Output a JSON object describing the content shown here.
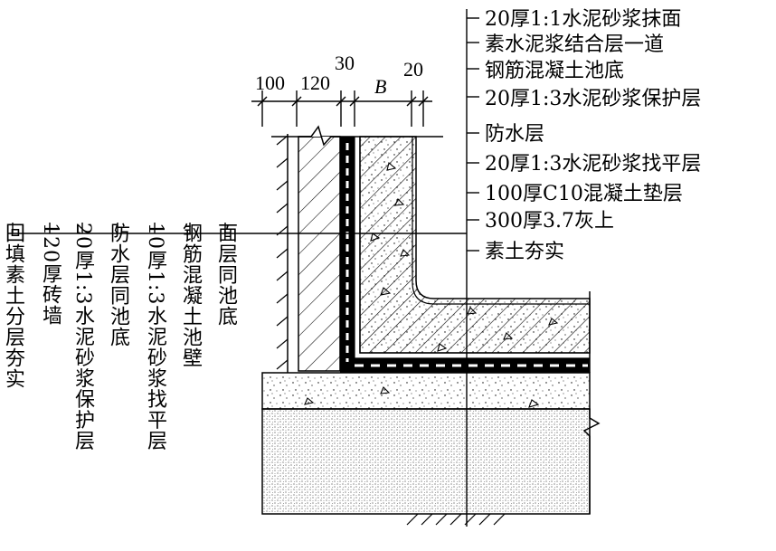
{
  "dimensions": {
    "d100": "100",
    "d120": "120",
    "d30": "30",
    "dB": "B",
    "d20": "20"
  },
  "right_labels": [
    "20厚1:1水泥砂浆抹面",
    "素水泥浆结合层一道",
    "钢筋混凝土池底",
    "20厚1:3水泥砂浆保护层",
    "防水层",
    "20厚1:3水泥砂浆找平层",
    "100厚C10混凝土垫层",
    "300厚3.7灰上",
    "素土夯实"
  ],
  "left_labels": [
    "回填素土分层夯实",
    "120厚砖墙",
    "20厚1:3水泥砂浆保护层",
    "防水层同池底",
    "10厚1:3水泥砂浆找平层",
    "钢筋混凝土池壁",
    "面层同池底"
  ]
}
